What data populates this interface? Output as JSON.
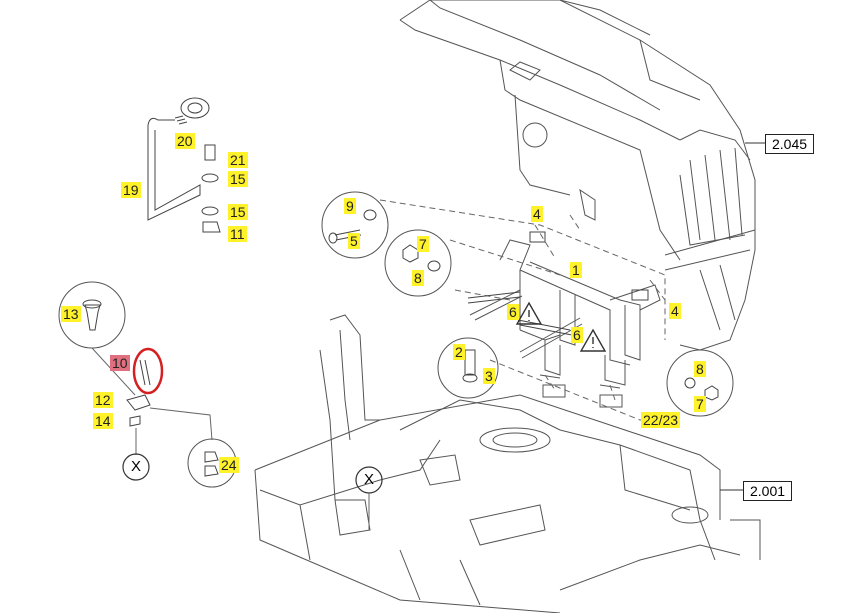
{
  "callouts": {
    "c1": "1",
    "c2": "2",
    "c3": "3",
    "c4a": "4",
    "c4b": "4",
    "c5": "5",
    "c6a": "6",
    "c6b": "6",
    "c7a": "7",
    "c7b": "7",
    "c8a": "8",
    "c8b": "8",
    "c9": "9",
    "c10": "10",
    "c11": "11",
    "c12": "12",
    "c13": "13",
    "c14": "14",
    "c15a": "15",
    "c15b": "15",
    "c19": "19",
    "c20": "20",
    "c21": "21",
    "c22": "22/23",
    "c24": "24"
  },
  "refs": {
    "top": "2.045",
    "bottom": "2.001"
  },
  "x_markers": {
    "left": "X",
    "right": "X"
  },
  "highlight_color": "#d42020",
  "label_color": "#fff22a"
}
